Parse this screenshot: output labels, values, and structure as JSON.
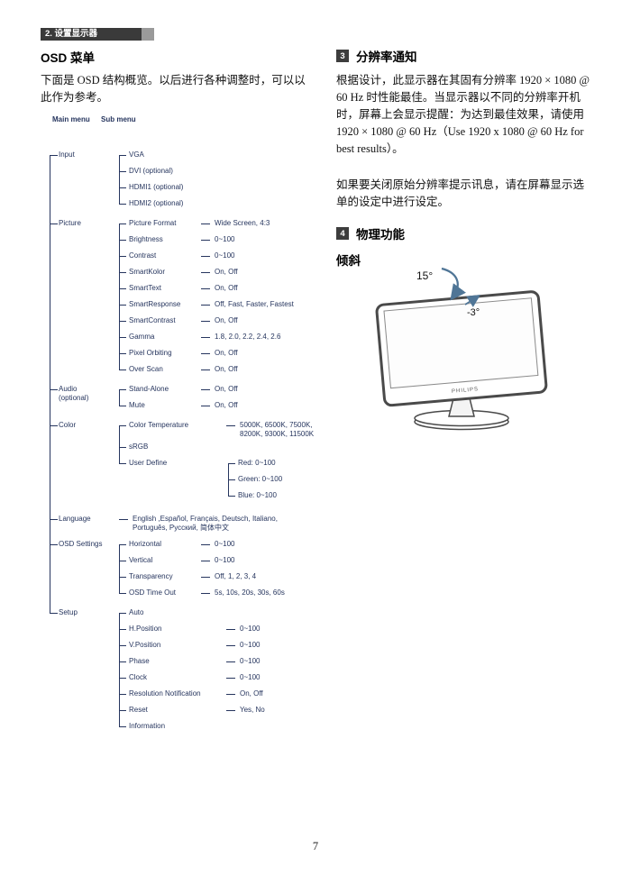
{
  "header": {
    "badge": "2. 设置显示器"
  },
  "left": {
    "osd_heading": "OSD 菜单",
    "intro": "下面是 OSD 结构概览。以后进行各种调整时，可以以此作为参考。"
  },
  "osd_tree": {
    "col_headers": [
      "Main menu",
      "Sub menu"
    ],
    "menu": [
      {
        "label": "Input",
        "subs": [
          {
            "label": "VGA"
          },
          {
            "label": "DVI (optional)"
          },
          {
            "label": "HDMI1 (optional)"
          },
          {
            "label": "HDMI2 (optional)"
          }
        ]
      },
      {
        "label": "Picture",
        "subs": [
          {
            "label": "Picture Format",
            "value": "Wide Screen, 4:3"
          },
          {
            "label": "Brightness",
            "value": "0~100"
          },
          {
            "label": "Contrast",
            "value": "0~100"
          },
          {
            "label": "SmartKolor",
            "value": "On, Off"
          },
          {
            "label": "SmartText",
            "value": "On, Off"
          },
          {
            "label": "SmartResponse",
            "value": "Off, Fast, Faster, Fastest"
          },
          {
            "label": "SmartContrast",
            "value": "On, Off"
          },
          {
            "label": "Gamma",
            "value": "1.8, 2.0, 2.2, 2.4, 2.6"
          },
          {
            "label": "Pixel Orbiting",
            "value": "On, Off"
          },
          {
            "label": "Over Scan",
            "value": "On, Off"
          }
        ]
      },
      {
        "label": "Audio",
        "label2": "(optional)",
        "subs": [
          {
            "label": "Stand-Alone",
            "value": "On, Off"
          },
          {
            "label": "Mute",
            "value": "On, Off"
          }
        ]
      },
      {
        "label": "Color",
        "subs": [
          {
            "label": "Color Temperature",
            "value": [
              "5000K, 6500K, 7500K,",
              "8200K, 9300K, 11500K"
            ]
          },
          {
            "label": "sRGB"
          },
          {
            "label": "User Define",
            "children": [
              "Red: 0~100",
              "Green: 0~100",
              "Blue: 0~100"
            ]
          }
        ]
      },
      {
        "label": "Language",
        "value_lines": [
          "English ,Español, Français, Deutsch, Italiano,",
          "Português, Русский, 简体中文"
        ]
      },
      {
        "label": "OSD Settings",
        "subs": [
          {
            "label": "Horizontal",
            "value": "0~100"
          },
          {
            "label": "Vertical",
            "value": "0~100"
          },
          {
            "label": "Transparency",
            "value": "Off, 1, 2, 3, 4"
          },
          {
            "label": "OSD Time Out",
            "value": "5s, 10s, 20s, 30s, 60s"
          }
        ]
      },
      {
        "label": "Setup",
        "subs": [
          {
            "label": "Auto"
          },
          {
            "label": "H.Position",
            "value": "0~100"
          },
          {
            "label": "V.Position",
            "value": "0~100"
          },
          {
            "label": "Phase",
            "value": "0~100"
          },
          {
            "label": "Clock",
            "value": "0~100"
          },
          {
            "label": "Resolution Notification",
            "value": "On, Off"
          },
          {
            "label": "Reset",
            "value": "Yes, No"
          },
          {
            "label": "Information"
          }
        ]
      }
    ]
  },
  "right": {
    "section3": {
      "number": "3",
      "title": "分辨率通知"
    },
    "para1": "根据设计，此显示器在其固有分辨率 1920 × 1080 @ 60 Hz 时性能最佳。当显示器以不同的分辨率开机时，屏幕上会显示提醒：为达到最佳效果，请使用 1920 × 1080 @ 60 Hz（Use 1920 x 1080 @ 60 Hz for best results）。",
    "para2": "如果要关闭原始分辨率提示讯息，请在屏幕显示选单的设定中进行设定。",
    "section4": {
      "number": "4",
      "title": "物理功能"
    },
    "tilt_heading": "倾斜",
    "tilt": {
      "angle_up": "15°",
      "angle_down": "-3°",
      "brand": "PHILIPS"
    }
  },
  "footer": {
    "page_number": "7"
  }
}
